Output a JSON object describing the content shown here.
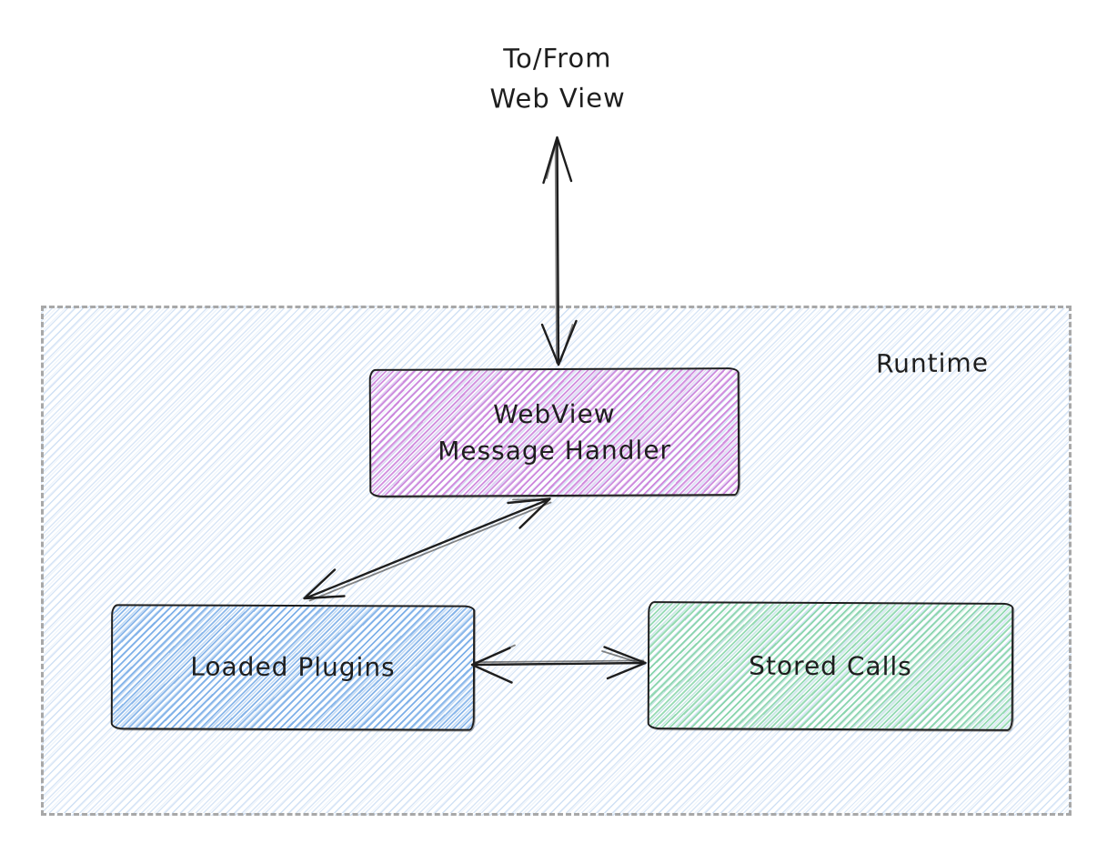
{
  "external_io_label": {
    "line1": "To/From",
    "line2": "Web View"
  },
  "runtime_container": {
    "label": "Runtime",
    "border_color": "#a8a8a8",
    "hatch_color": "#aac8ec"
  },
  "nodes": {
    "webview_message_handler": {
      "label_line1": "WebView",
      "label_line2": "Message Handler",
      "hatch_color": "#c76fd6",
      "border_color": "#1e1e1e"
    },
    "loaded_plugins": {
      "label": "Loaded Plugins",
      "hatch_color": "#64a0e4",
      "border_color": "#1e1e1e"
    },
    "stored_calls": {
      "label": "Stored Calls",
      "hatch_color": "#6ecd96",
      "border_color": "#1e1e1e"
    }
  },
  "edges": [
    {
      "id": "io-arrow",
      "type": "bidirectional-arrow",
      "from": "To/From Web View",
      "to": "WebView Message Handler"
    },
    {
      "id": "handler-plugins-arrow",
      "type": "bidirectional-arrow",
      "from": "WebView Message Handler",
      "to": "Loaded Plugins"
    },
    {
      "id": "plugins-calls-arrow",
      "type": "bidirectional-arrow",
      "from": "Loaded Plugins",
      "to": "Stored Calls"
    }
  ],
  "stroke_color": "#1e1e1e",
  "background_color": "#ffffff"
}
